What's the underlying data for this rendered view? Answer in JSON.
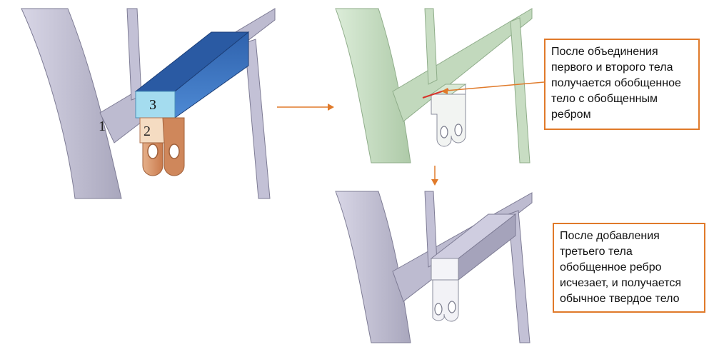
{
  "parts": {
    "part1": "1",
    "part2": "2",
    "part3": "3"
  },
  "callouts": {
    "first": {
      "lines": [
        "После объединения",
        "первого и второго тела",
        "получается обобщенное",
        "тело с обобщенным",
        "ребром"
      ]
    },
    "second": {
      "lines": [
        "После добавления",
        "третьего тела",
        "обобщенное ребро",
        "исчезает, и получается",
        "обычное твердое тело"
      ]
    }
  },
  "colors": {
    "frame_gray": "#c8c6d8",
    "frame_green": "#c9dfc6",
    "beam_blue": "#3f79c6",
    "beam_light": "#9fd9ec",
    "bracket_orange": "#d99468",
    "bracket_light": "#f4d8bd",
    "accent_orange": "#e07a2a"
  }
}
